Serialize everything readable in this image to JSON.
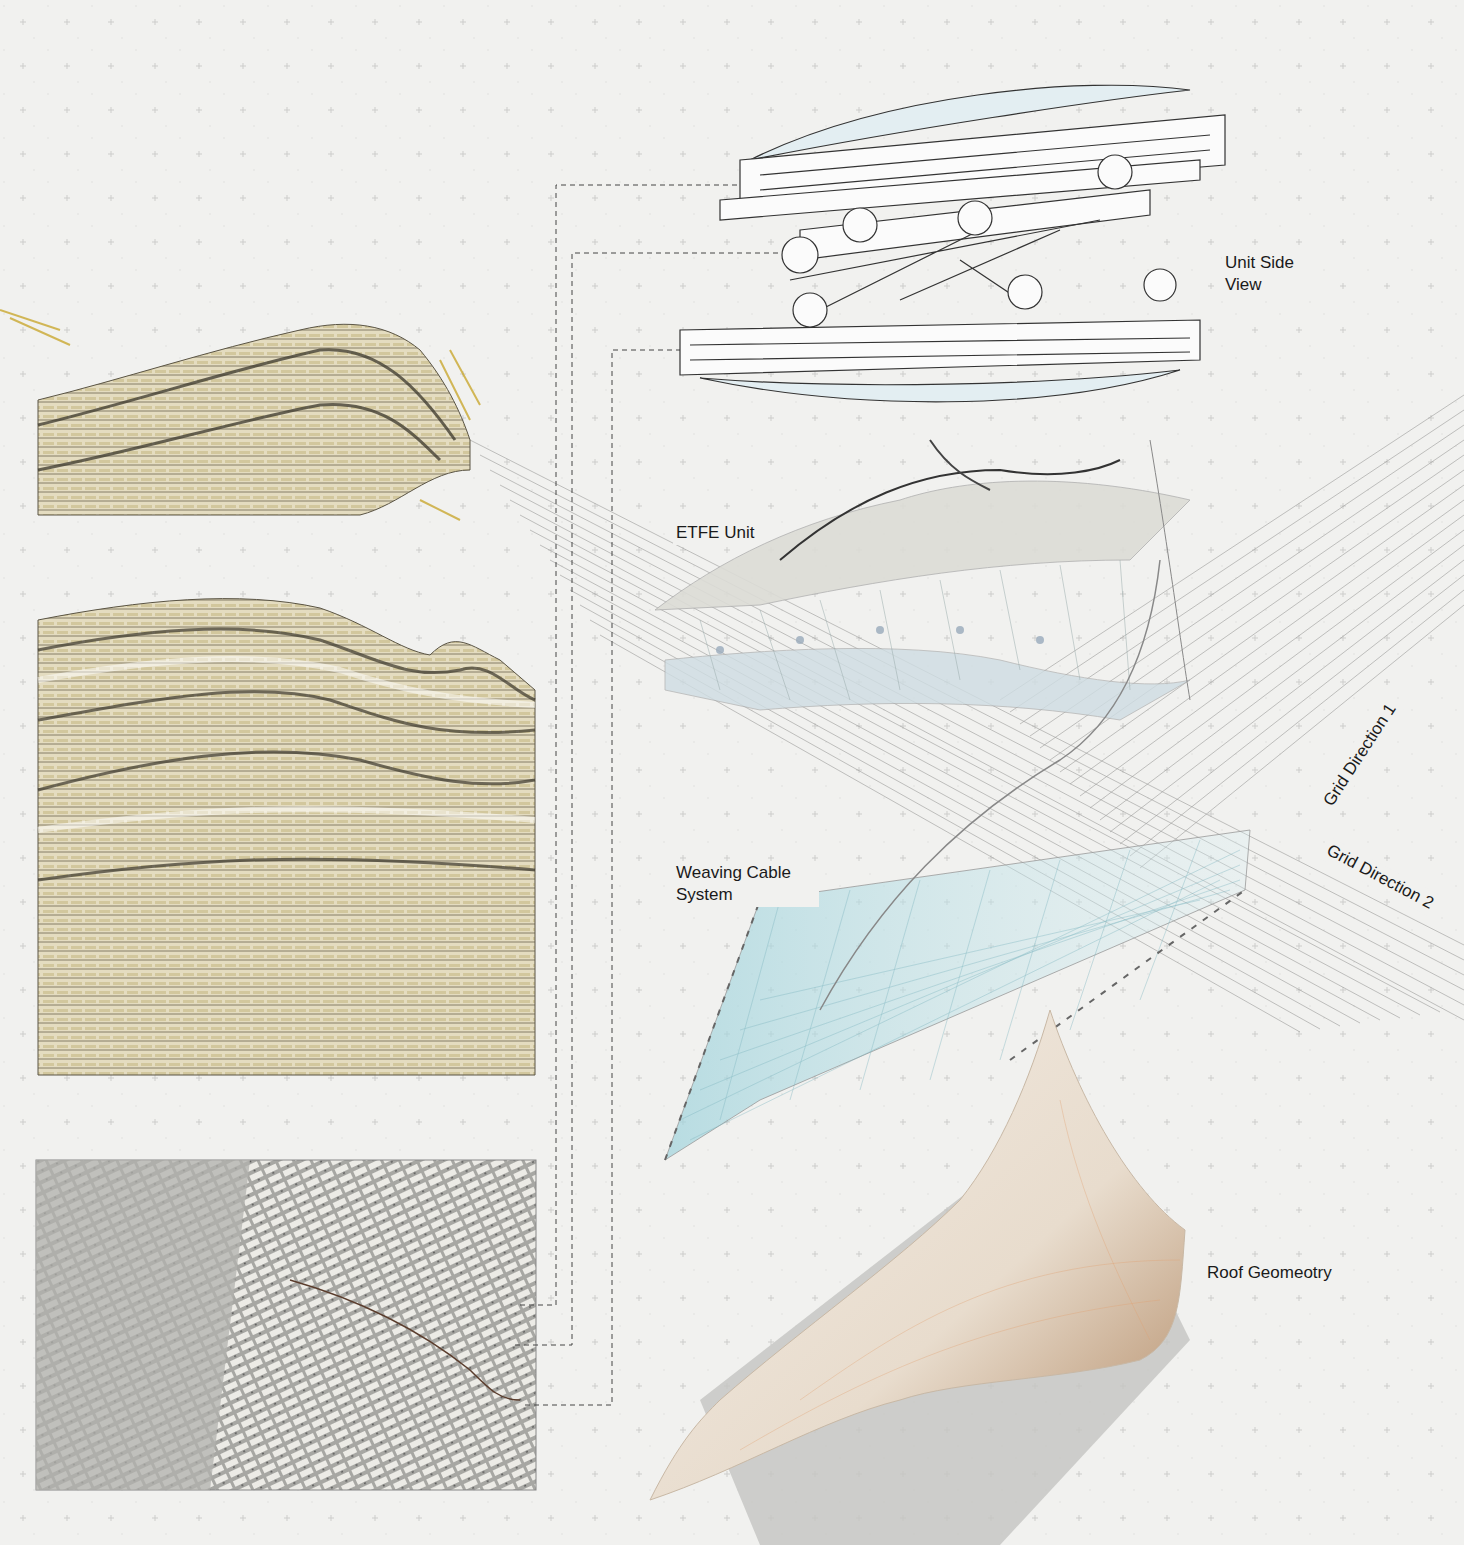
{
  "diagram": {
    "labels": [
      "Unit Side View",
      "ETFE Unit",
      "Weaving Cable System",
      "Grid Direction 1",
      "Grid Direction 2",
      "Roof Geomeotry"
    ]
  }
}
